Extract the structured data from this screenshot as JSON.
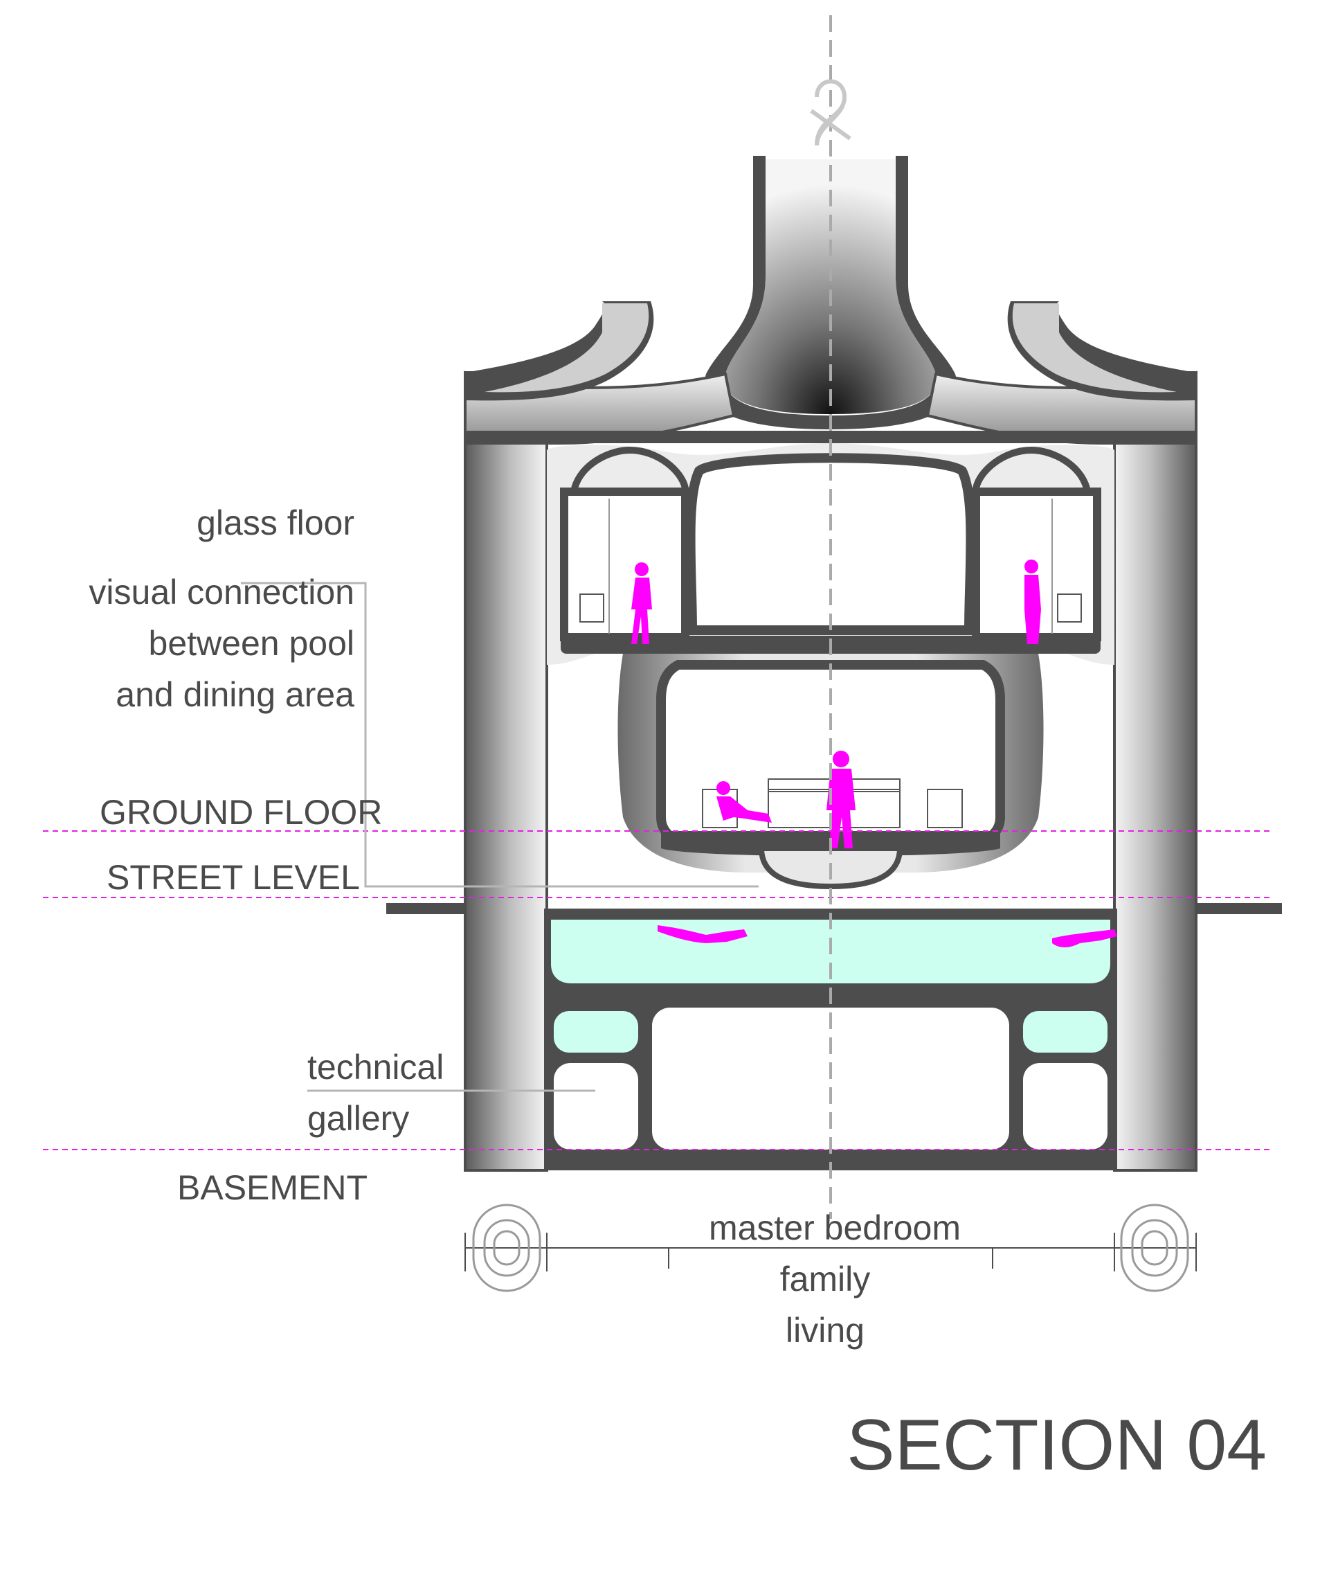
{
  "labels": {
    "glass_floor": "glass floor",
    "visual_connection": [
      "visual connection",
      "between pool",
      "and dining area"
    ],
    "ground_floor": "GROUND FLOOR",
    "street_level": "STREET LEVEL",
    "technical_gallery": [
      "technical",
      "gallery"
    ],
    "basement": "BASEMENT",
    "program": [
      "master bedroom",
      "family",
      "living"
    ],
    "section_title": "SECTION 04"
  },
  "colors": {
    "structure": "#4d4d4d",
    "level_line": "#e61ee6",
    "figures": "#ff00ff",
    "water": "#ccfff0",
    "text": "#4a4a4a"
  }
}
